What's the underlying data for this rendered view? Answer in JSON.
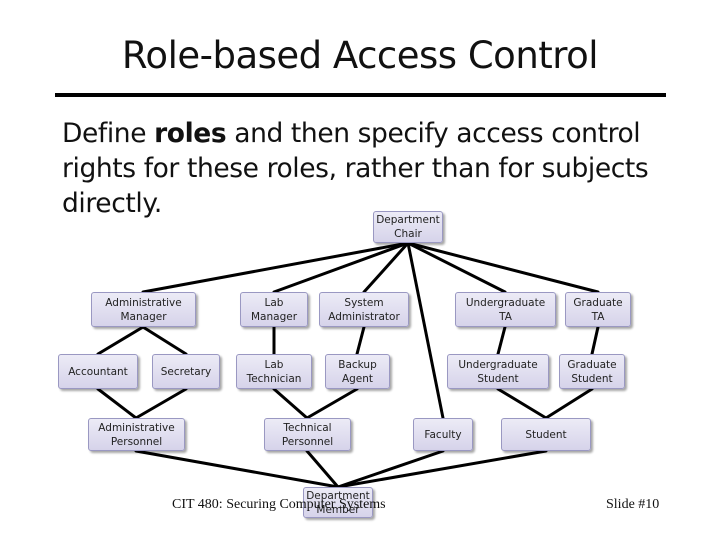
{
  "slide": {
    "title": "Role-based Access Control",
    "body_pre": "Define ",
    "body_bold": "roles",
    "body_post": " and then specify access control rights for these roles, rather than for subjects directly.",
    "footer_left": "CIT 480: Securing Computer Systems",
    "footer_right": "Slide #10"
  },
  "diagram": {
    "nodes": {
      "department_chair": "Department\nChair",
      "administrative_manager": "Administrative\nManager",
      "lab_manager": "Lab\nManager",
      "system_administrator": "System\nAdministrator",
      "undergraduate_ta": "Undergraduate\nTA",
      "graduate_ta": "Graduate\nTA",
      "accountant": "Accountant",
      "secretary": "Secretary",
      "lab_technician": "Lab\nTechnician",
      "backup_agent": "Backup\nAgent",
      "undergraduate_student": "Undergraduate\nStudent",
      "graduate_student": "Graduate\nStudent",
      "administrative_personnel": "Administrative\nPersonnel",
      "technical_personnel": "Technical\nPersonnel",
      "faculty": "Faculty",
      "student": "Student",
      "department_member": "Department\nMember"
    }
  }
}
